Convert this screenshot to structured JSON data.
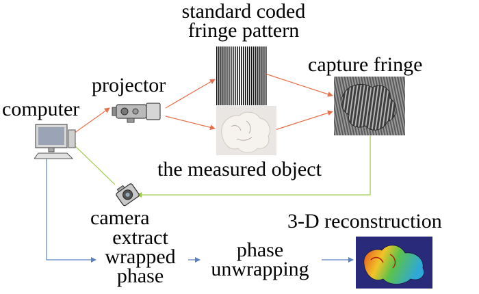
{
  "labels": {
    "pattern_line1": "standard coded",
    "pattern_line2": "fringe pattern",
    "capture": "capture fringe",
    "projector": "projector",
    "computer": "computer",
    "object": "the measured object",
    "camera": "camera",
    "extract_line1": "extract",
    "extract_line2": "wrapped",
    "extract_line3": "phase",
    "unwrap_line1": "phase",
    "unwrap_line2": "unwrapping",
    "reconstruction": "3-D reconstruction"
  },
  "colors": {
    "orange_arrow": "#e8704a",
    "green_arrow": "#9ccc4a",
    "blue_arrow": "#5a82c0"
  },
  "icons": {
    "computer": "desktop-computer-icon",
    "projector": "projector-icon",
    "camera": "camera-icon"
  }
}
